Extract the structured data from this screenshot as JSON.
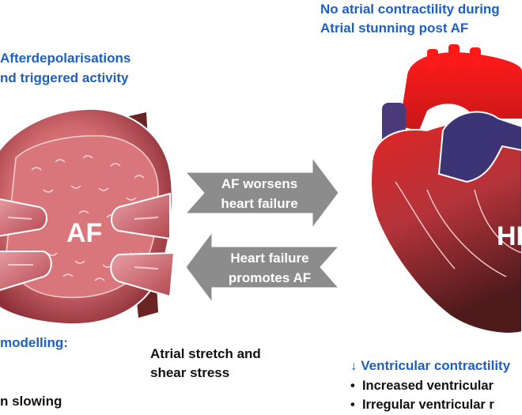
{
  "top_right_text": {
    "line1": "No atrial contractility during",
    "line2": "Atrial stunning post AF"
  },
  "top_left_text": {
    "line1": "Afterdepolarisations",
    "line2": "nd triggered activity"
  },
  "left_bottom_text": {
    "line1": "modelling:",
    "line2": "n slowing"
  },
  "center_bottom_text": {
    "line1": "Atrial stretch and",
    "line2": "shear stress"
  },
  "arrows": {
    "right_arrow": {
      "line1": "AF worsens",
      "line2": "heart failure"
    },
    "left_arrow": {
      "line1": "Heart failure",
      "line2": "promotes AF"
    }
  },
  "labels": {
    "af": "AF",
    "hf": "HF"
  },
  "bottom_right": {
    "heading": "↓ Ventricular contractility",
    "bullets": [
      "Increased ventricular",
      "Irregular ventricular r"
    ]
  },
  "colors": {
    "blue_text": "#1f5fbf",
    "arrow_gray": "#8c8c8c",
    "atrium_pink": "#c8575e",
    "heart_red": "#e02020",
    "heart_dark": "#5a1a1a",
    "vein_purple": "#4a3a7a"
  }
}
